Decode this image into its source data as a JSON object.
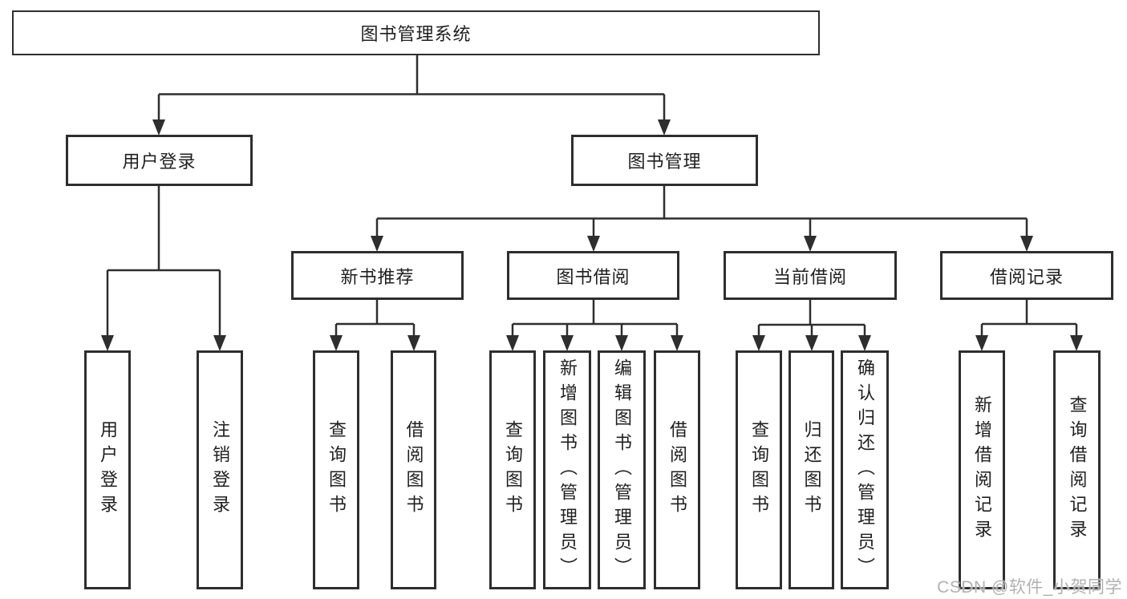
{
  "diagram_title": "图书管理系统",
  "nodes": {
    "root": "图书管理系统",
    "user_login": "用户登录",
    "book_mgmt": "图书管理",
    "new_book_rec": "新书推荐",
    "book_borrow": "图书借阅",
    "current_borrow": "当前借阅",
    "borrow_record": "借阅记录",
    "leaf_user_login": "用户登录",
    "leaf_logout": "注销登录",
    "leaf_query_book_1": "查询图书",
    "leaf_borrow_book_1": "借阅图书",
    "leaf_query_book_2": "查询图书",
    "leaf_add_book": "新增图书（管理员）",
    "leaf_edit_book": "编辑图书（管理员）",
    "leaf_borrow_book_2": "借阅图书",
    "leaf_query_book_3": "查询图书",
    "leaf_return_book": "归还图书",
    "leaf_confirm_return": "确认归还（管理员）",
    "leaf_add_record": "新增借阅记录",
    "leaf_query_record": "查询借阅记录"
  },
  "watermark": "CSDN @软件_小贺同学",
  "colors": {
    "line": "#2e2e2e",
    "box_border": "#2e2e2e",
    "text": "#1f1f1f",
    "watermark": "#b1b1b1",
    "background": "#ffffff"
  }
}
